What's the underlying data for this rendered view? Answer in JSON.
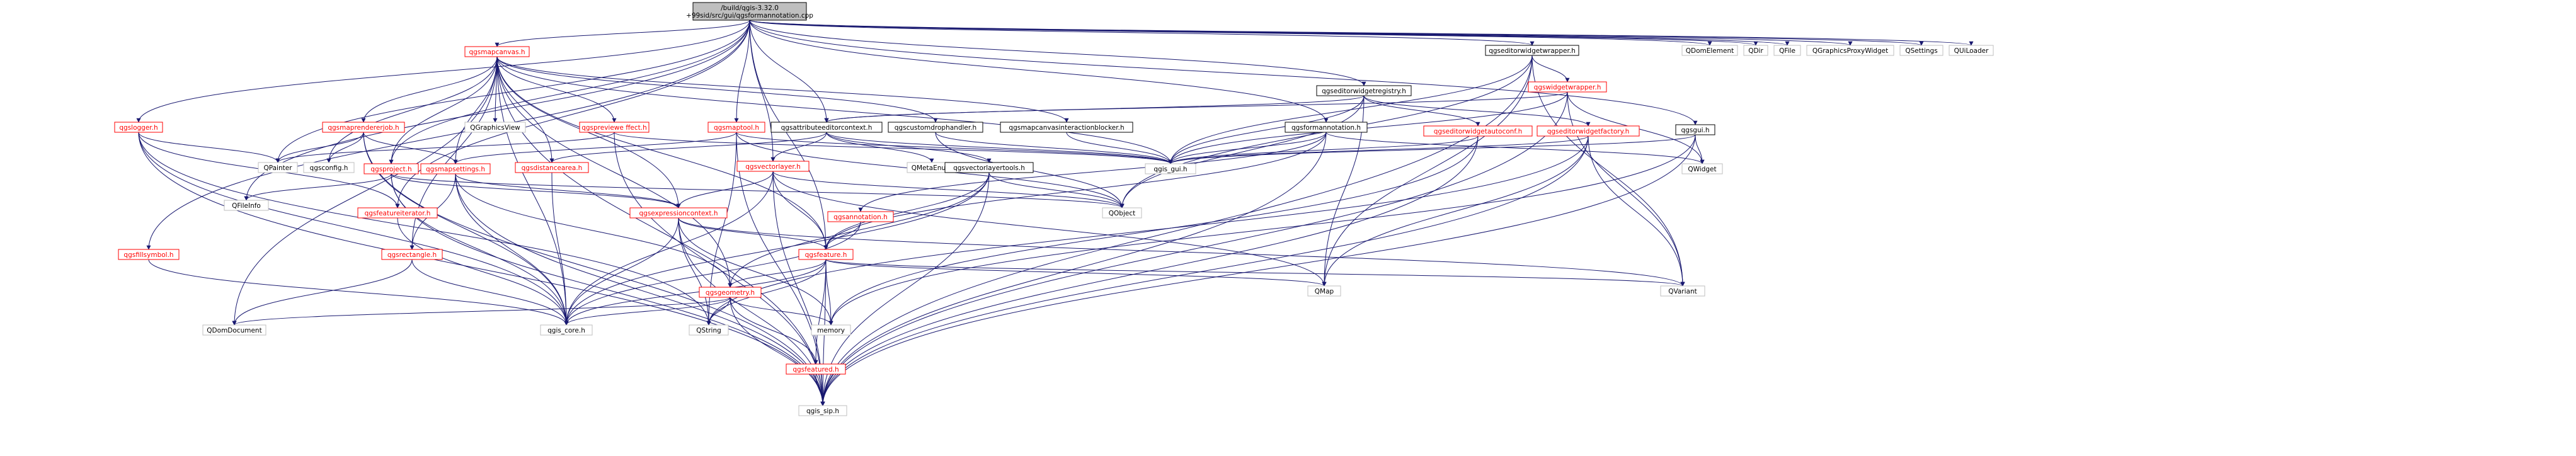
{
  "colors": {
    "edge": "#191970",
    "root_fill": "#bfbfbf",
    "red_text": "#ff0000",
    "red_border": "#ff0000",
    "black_text": "#000000",
    "system_border": "#bfbfbf"
  },
  "nodes": [
    {
      "id": "root",
      "label": "/build/qgis-3.32.0\n+99sid/src/gui/qgsformannotation.cpp",
      "kind": "root"
    },
    {
      "id": "qgseditorwidgetwrapper",
      "label": "qgseditorwidgetwrapper.h",
      "kind": "black"
    },
    {
      "id": "QDomElement",
      "label": "QDomElement",
      "kind": "system"
    },
    {
      "id": "QDir",
      "label": "QDir",
      "kind": "system"
    },
    {
      "id": "QFile",
      "label": "QFile",
      "kind": "system"
    },
    {
      "id": "QGraphicsProxyWidget",
      "label": "QGraphicsProxyWidget",
      "kind": "system"
    },
    {
      "id": "QSettings",
      "label": "QSettings",
      "kind": "system"
    },
    {
      "id": "QUiLoader",
      "label": "QUiLoader",
      "kind": "system"
    },
    {
      "id": "qgsmapcanvas",
      "label": "qgsmapcanvas.h",
      "kind": "red"
    },
    {
      "id": "qgseditorwidgetregistry",
      "label": "qgseditorwidgetregistry.h",
      "kind": "black"
    },
    {
      "id": "qgswidgetwrapper",
      "label": "qgswidgetwrapper.h",
      "kind": "red"
    },
    {
      "id": "qgslogger",
      "label": "qgslogger.h",
      "kind": "red"
    },
    {
      "id": "qgsmaprendererjob",
      "label": "qgsmaprendererjob.h",
      "kind": "red"
    },
    {
      "id": "QGraphicsView",
      "label": "QGraphicsView",
      "kind": "system"
    },
    {
      "id": "qgspreviewe",
      "label": "qgspreviewe ffect.h",
      "kind": "red"
    },
    {
      "id": "qgsmaptool",
      "label": "qgsmaptool.h",
      "kind": "red"
    },
    {
      "id": "qgsattributeeditorcontext",
      "label": "qgsattributeeditorcontext.h",
      "kind": "black"
    },
    {
      "id": "qgscustomdrophandler",
      "label": "qgscustomdrophandler.h",
      "kind": "black"
    },
    {
      "id": "qgsmapcanvasinteractionblocker",
      "label": "qgsmapcanvasinteractionblocker.h",
      "kind": "black"
    },
    {
      "id": "qgsformannotation",
      "label": "qgsformannotation.h",
      "kind": "black"
    },
    {
      "id": "qgseditorwidgetautoconf",
      "label": "qgseditorwidgetautoconf.h",
      "kind": "red"
    },
    {
      "id": "qgseditorwidgetfactory",
      "label": "qgseditorwidgetfactory.h",
      "kind": "red"
    },
    {
      "id": "qgsgui",
      "label": "qgsgui.h",
      "kind": "black"
    },
    {
      "id": "QPainter",
      "label": "QPainter",
      "kind": "system"
    },
    {
      "id": "qgsconfig",
      "label": "qgsconfig.h",
      "kind": "system"
    },
    {
      "id": "qgsproject",
      "label": "qgsproject.h",
      "kind": "red"
    },
    {
      "id": "qgsmapsettings",
      "label": "qgsmapsettings.h",
      "kind": "red"
    },
    {
      "id": "qgsdistancearea",
      "label": "qgsdistancearea.h",
      "kind": "red"
    },
    {
      "id": "qgsvectorlayer",
      "label": "qgsvectorlayer.h",
      "kind": "red"
    },
    {
      "id": "QMetaEnum",
      "label": "QMetaEnum",
      "kind": "system"
    },
    {
      "id": "qgsvectorlayertools",
      "label": "qgsvectorlayertools.h",
      "kind": "black"
    },
    {
      "id": "qgis_gui",
      "label": "qgis_gui.h",
      "kind": "system"
    },
    {
      "id": "QWidget",
      "label": "QWidget",
      "kind": "system"
    },
    {
      "id": "QFileInfo",
      "label": "QFileInfo",
      "kind": "system"
    },
    {
      "id": "qgsfeatureiterator",
      "label": "qgsfeatureiterator.h",
      "kind": "red"
    },
    {
      "id": "qgsexpressioncontext",
      "label": "qgsexpressioncontext.h",
      "kind": "red"
    },
    {
      "id": "QObject",
      "label": "QObject",
      "kind": "system"
    },
    {
      "id": "qgsannotation",
      "label": "qgsannotation.h",
      "kind": "red"
    },
    {
      "id": "qgsfillsymbol",
      "label": "qgsfillsymbol.h",
      "kind": "red"
    },
    {
      "id": "qgsrectangle",
      "label": "qgsrectangle.h",
      "kind": "red"
    },
    {
      "id": "qgsfeature",
      "label": "qgsfeature.h",
      "kind": "red"
    },
    {
      "id": "qgsgeometry",
      "label": "qgsgeometry.h",
      "kind": "red"
    },
    {
      "id": "QVariant",
      "label": "QVariant",
      "kind": "system"
    },
    {
      "id": "QMap",
      "label": "QMap",
      "kind": "system"
    },
    {
      "id": "QDomDocument",
      "label": "QDomDocument",
      "kind": "system"
    },
    {
      "id": "qgis_core",
      "label": "qgis_core.h",
      "kind": "system"
    },
    {
      "id": "memory",
      "label": "memory",
      "kind": "system"
    },
    {
      "id": "QString",
      "label": "QString",
      "kind": "system"
    },
    {
      "id": "qgsfeatured",
      "label": "qgsfeatured.h",
      "kind": "red"
    },
    {
      "id": "qgis_sip",
      "label": "qgis_sip.h",
      "kind": "system"
    }
  ]
}
